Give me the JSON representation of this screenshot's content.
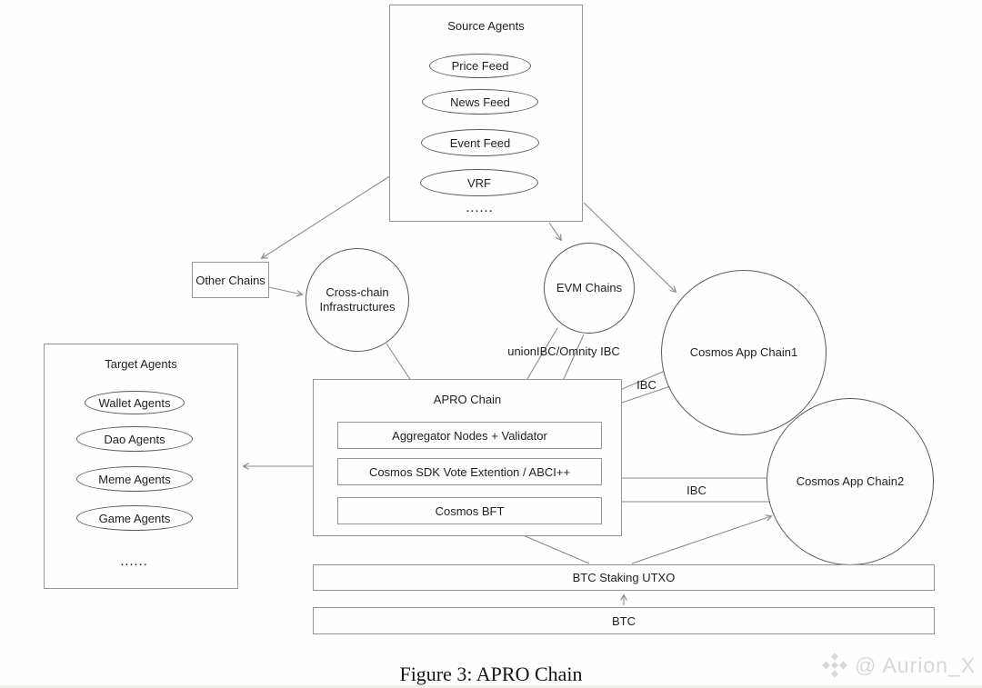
{
  "colors": {
    "background": "#fefefe",
    "line_stroke": "#8c8c8c",
    "node_border": "#949494",
    "shape_border": "#5a5a5a",
    "text": "#1f1f1f",
    "watermark": "#d7d7d7"
  },
  "diagram": {
    "source_agents": {
      "title": "Source Agents",
      "items": [
        "Price Feed",
        "News Feed",
        "Event Feed",
        "VRF"
      ],
      "more": "......"
    },
    "other_chains": {
      "label": "Other Chains"
    },
    "cross_chain": {
      "label": "Cross-chain Infrastructures"
    },
    "evm_chains": {
      "label": "EVM Chains"
    },
    "cosmos_app_chain1": {
      "label": "Cosmos App Chain1"
    },
    "cosmos_app_chain2": {
      "label": "Cosmos App Chain2"
    },
    "target_agents": {
      "title": "Target Agents",
      "items": [
        "Wallet Agents",
        "Dao Agents",
        "Meme Agents",
        "Game Agents"
      ],
      "more": "......"
    },
    "apro_chain": {
      "title": "APRO Chain",
      "layers": [
        "Aggregator Nodes + Validator",
        "Cosmos SDK  Vote Extention / ABCI++",
        "Cosmos BFT"
      ]
    },
    "btc_staking": {
      "label": "BTC Staking UTXO"
    },
    "btc": {
      "label": "BTC"
    },
    "edge_labels": {
      "union_ibc": "unionIBC/Omnity IBC",
      "ibc_chain1": "IBC",
      "ibc_chain2": "IBC"
    }
  },
  "caption": "Figure 3: APRO Chain",
  "watermark": {
    "icon": "binance-diamond-icon",
    "handle": "@ Aurion_X"
  }
}
